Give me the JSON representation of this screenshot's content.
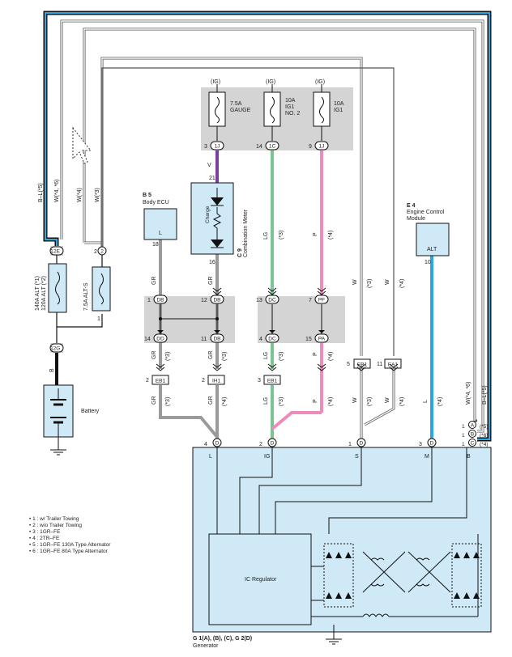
{
  "fuses": {
    "alt_main": "140A ALT (*1)",
    "alt_main_2": "120A ALT (*2)",
    "alt_s": "7.5A ALT-S",
    "gauge_ig": "(IG)",
    "gauge": "7.5A",
    "gauge_name": "GAUGE",
    "ig1no2_ig": "(IG)",
    "ig1no2_amp": "10A",
    "ig1no2_name": "IG1",
    "ig1no2_num": "NO. 2",
    "ig1_ig": "(IG)",
    "ig1_amp": "10A",
    "ig1_name": "IG1"
  },
  "components": {
    "body_ecu_code": "B 5",
    "body_ecu": "Body ECU",
    "body_ecu_pin": "L",
    "body_ecu_num": "18",
    "meter_code": "C 9",
    "meter": "Combination Meter",
    "meter_charge": "Charge",
    "meter_pin_top": "21",
    "meter_pin_bot": "16",
    "ecm_code": "E 4",
    "ecm_line1": "Engine Control",
    "ecm_line2": "Module",
    "ecm_pin": "ALT",
    "ecm_num": "10",
    "battery": "Battery",
    "regulator": "IC Regulator",
    "generator_code": "G 1(A), (B), (C), G 2(D)",
    "generator": "Generator"
  },
  "wires": {
    "b_left": "B–L(*5)",
    "w_left_4_6": "W(*4, *6)",
    "w_left_4": "W(*4)",
    "w_left_3": "W(*3)",
    "v": "V",
    "lg": "LG",
    "lg_3": "(*3)",
    "p": "P",
    "p_4": "(*4)",
    "gr": "GR",
    "w": "W",
    "n3": "(*3)",
    "n4": "(*4)",
    "l": "L",
    "b": "B",
    "b_right": "B–L(*5)",
    "w_right": "W(*4, *6)"
  },
  "connectors": {
    "c2e": "2E",
    "c2g": "2G",
    "c1j": "1J",
    "c1c": "1C",
    "c1j2": "1J",
    "c1b_a": "DB",
    "c1b_b": "DB",
    "c1b_c": "DD",
    "c1b_d": "DB",
    "c_dc": "DC",
    "c_dc2": "DC",
    "c_pf": "PF",
    "c_pa": "PA",
    "eb1": "EB1",
    "ih1": "IH1",
    "eb1b": "EB1",
    "eb1c": "EB1",
    "ea1": "EA1"
  },
  "pins": {
    "p2e": "1",
    "p2_alts": "2",
    "p1_alts": "1",
    "p2g": "1",
    "p3": "3",
    "p14": "14",
    "p9": "9",
    "p1db": "1",
    "p12db": "12",
    "p14dd": "14",
    "p11db": "11",
    "p13dc": "13",
    "p4dc": "4",
    "p7pf": "7",
    "p15pa": "15",
    "p2eb1": "2",
    "p2ih1": "2",
    "p3eb1": "3",
    "p5eb1": "5",
    "p11ea1": "11",
    "gen_l_pin": "4",
    "gen_ig_pin": "2",
    "gen_s_pin": "1",
    "gen_m_pin": "3",
    "gen_d": "D",
    "gen_l": "L",
    "gen_ig": "IG",
    "gen_s": "S",
    "gen_m": "M",
    "gen_b": "B",
    "gen_a": "A",
    "gen_bb": "B",
    "gen_c": "C",
    "gen_a_note": "(*5)",
    "gen_b_note": "(*6)",
    "gen_c_note": "(*4)",
    "gen_a_n": "1",
    "gen_b_n": "1",
    "gen_c_n": "1"
  },
  "legend": [
    "• 1 : w/ Trailer Towing",
    "• 2 : w/o Trailer Towing",
    "• 3 : 1GR–FE",
    "• 4 : 2TR–FE",
    "• 5 : 1GR–FE 130A Type Alternator",
    "• 6 : 1GR–FE 80A Type Alternator"
  ],
  "colors": {
    "violet": "#7b3fa0",
    "green": "#7cc494",
    "pink": "#ee8cb9",
    "blue": "#29a9e0",
    "gray": "#9a9a9a",
    "black": "#111111",
    "box_fill": "#cfe9f7",
    "panel": "#d4d4d4"
  }
}
